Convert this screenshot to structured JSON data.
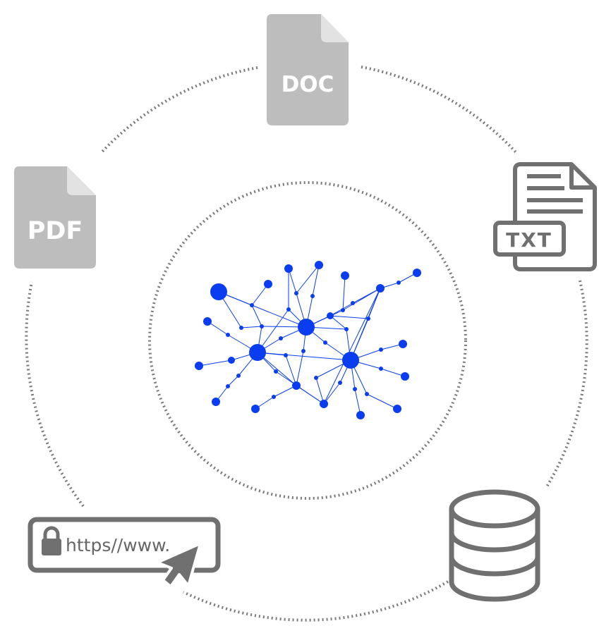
{
  "diagram": {
    "sources": {
      "doc": {
        "label": "DOC",
        "icon": "doc-file-icon"
      },
      "pdf": {
        "label": "PDF",
        "icon": "pdf-file-icon"
      },
      "txt": {
        "label": "TXT",
        "icon": "txt-file-icon"
      },
      "url": {
        "label": "https//www.",
        "icon": "browser-url-bar-icon"
      },
      "database": {
        "icon": "database-icon"
      }
    },
    "center": {
      "icon": "network-graph-icon"
    },
    "colors": {
      "network": "#0a3df0",
      "icon_fill": "#bdbdbd",
      "icon_stroke": "#707070",
      "dotted_ring": "#7a7a7a"
    }
  }
}
